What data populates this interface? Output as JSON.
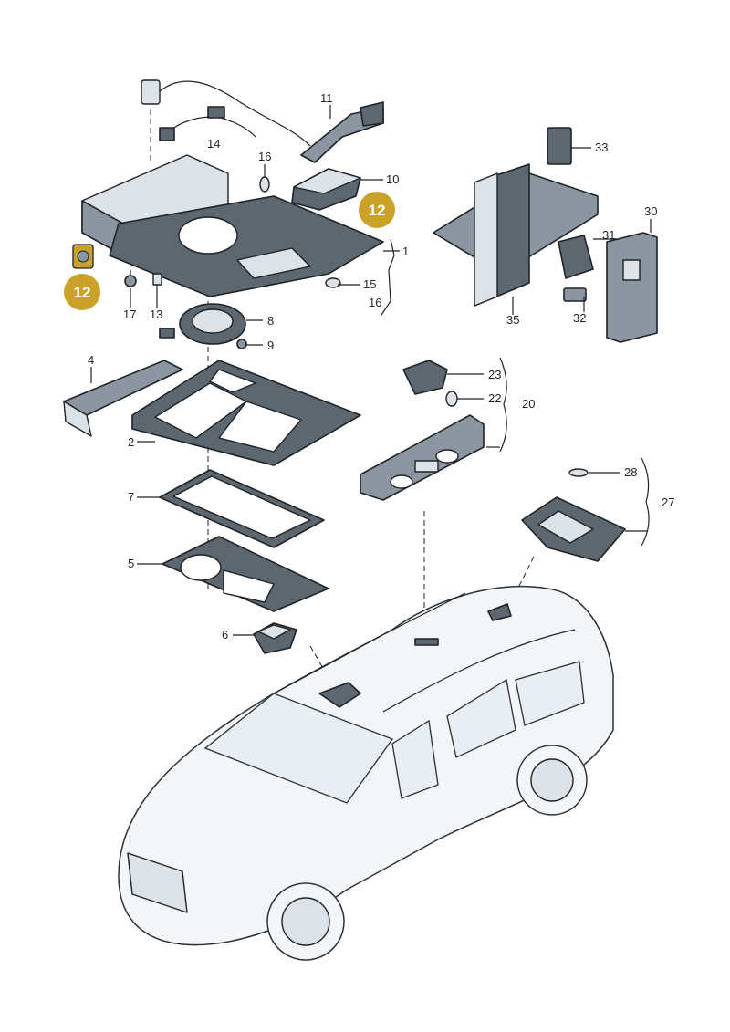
{
  "callouts": {
    "n1": "1",
    "n2": "2",
    "n4": "4",
    "n5": "5",
    "n6": "6",
    "n7": "7",
    "n8": "8",
    "n9": "9",
    "n10": "10",
    "n11": "11",
    "n12": "12",
    "n13": "13",
    "n14": "14",
    "n15": "15",
    "n16": "16",
    "n17": "17",
    "n20": "20",
    "n22": "22",
    "n23": "23",
    "n27": "27",
    "n28": "28",
    "n30": "30",
    "n31": "31",
    "n32": "32",
    "n33": "33",
    "n35": "35"
  },
  "highlight": {
    "badge_label": "12",
    "badge_color": "#c9a227"
  },
  "colors": {
    "part_dark": "#5d6770",
    "part_mid": "#8c96a0",
    "outline": "#1e2328"
  }
}
